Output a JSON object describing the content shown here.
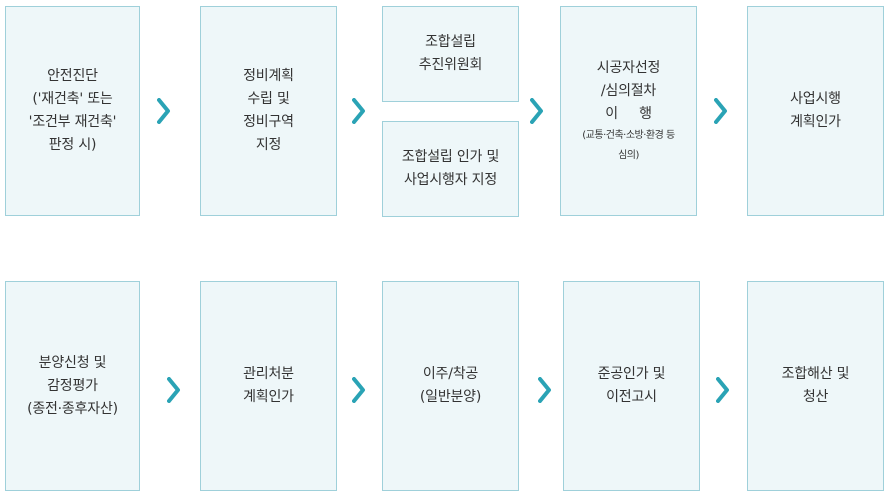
{
  "row1": [
    {
      "lines": [
        "안전진단",
        "('재건축' 또는",
        "'조건부 재건축'",
        "판정 시)"
      ]
    },
    {
      "lines": [
        "정비계획",
        "수립 및",
        "정비구역",
        "지정"
      ]
    },
    {
      "lines": [
        "조합설립",
        "추진위원회"
      ]
    },
    {
      "lines": [
        "조합설립 인가 및",
        "사업시행자 지정"
      ]
    },
    {
      "lines": [
        "시공자선정",
        "/심의절차",
        "이     행"
      ],
      "note": [
        "(교통·건축·소방·환경 등",
        "심의)"
      ]
    },
    {
      "lines": [
        "사업시행",
        "계획인가"
      ]
    }
  ],
  "row2": [
    {
      "lines": [
        "분양신청 및",
        "감정평가",
        "(종전·종후자산)"
      ]
    },
    {
      "lines": [
        "관리처분",
        "계획인가"
      ]
    },
    {
      "lines": [
        "이주/착공",
        "(일반분양)"
      ]
    },
    {
      "lines": [
        "준공인가 및",
        "이전고시"
      ]
    },
    {
      "lines": [
        "조합해산 및",
        "청산"
      ]
    }
  ],
  "colors": {
    "box_fill": "#eef7f9",
    "box_border": "#9fd0da",
    "arrow": "#2aa3b5",
    "text": "#333333"
  },
  "arrow_icon": "chevron-right-icon"
}
